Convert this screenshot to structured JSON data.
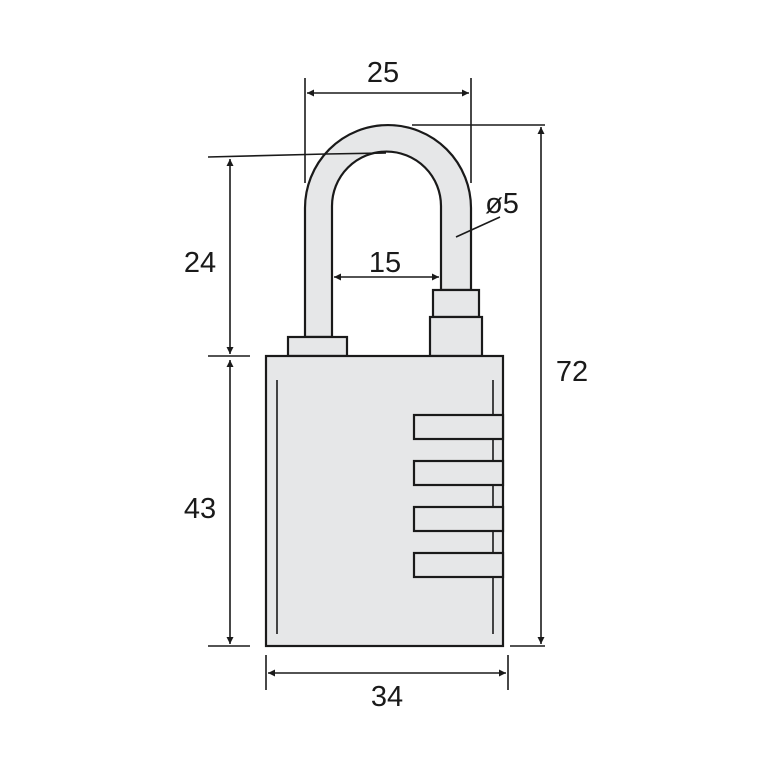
{
  "title": "Combination padlock dimensions",
  "colors": {
    "fill": "#e6e7e8",
    "line": "#1a1a1a"
  },
  "dimensions": {
    "shackle_outer_width": "25",
    "shackle_inner_width": "15",
    "shackle_diameter": "ø5",
    "shackle_clearance": "24",
    "body_height": "43",
    "overall_height": "72",
    "body_width": "34"
  }
}
